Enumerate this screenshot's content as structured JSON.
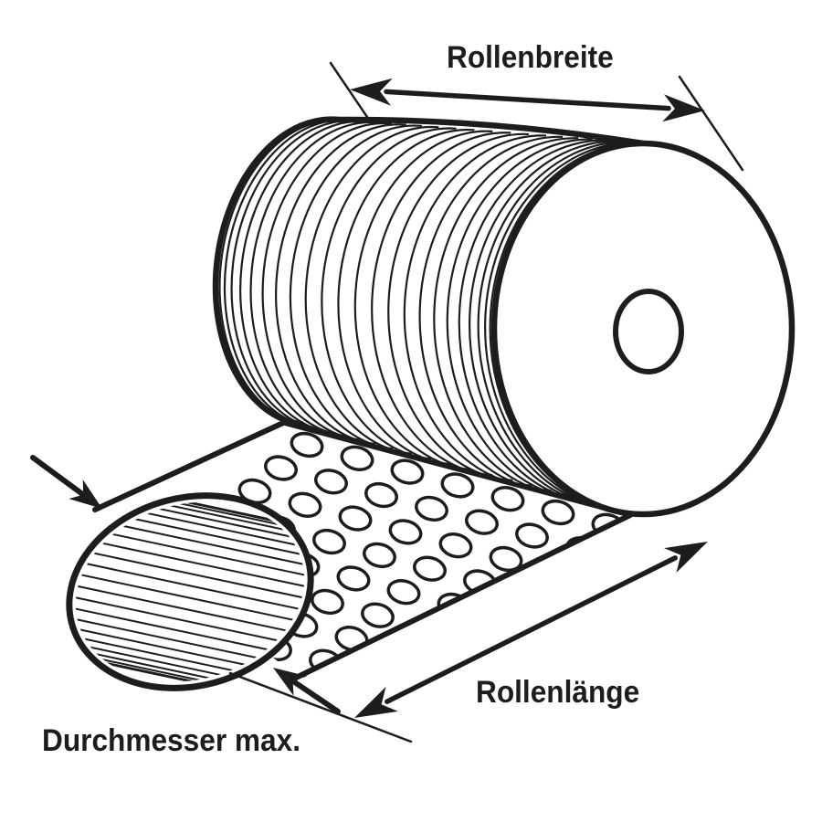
{
  "diagram": {
    "type": "technical-illustration",
    "subject": "bubble-wrap roll with dimension annotations",
    "labels": {
      "roll_width": "Rollenbreite",
      "roll_length": "Rollenlänge",
      "diameter_max": "Durchmesser max."
    },
    "colors": {
      "ink": "#1d1d1b",
      "background": "#ffffff"
    }
  }
}
